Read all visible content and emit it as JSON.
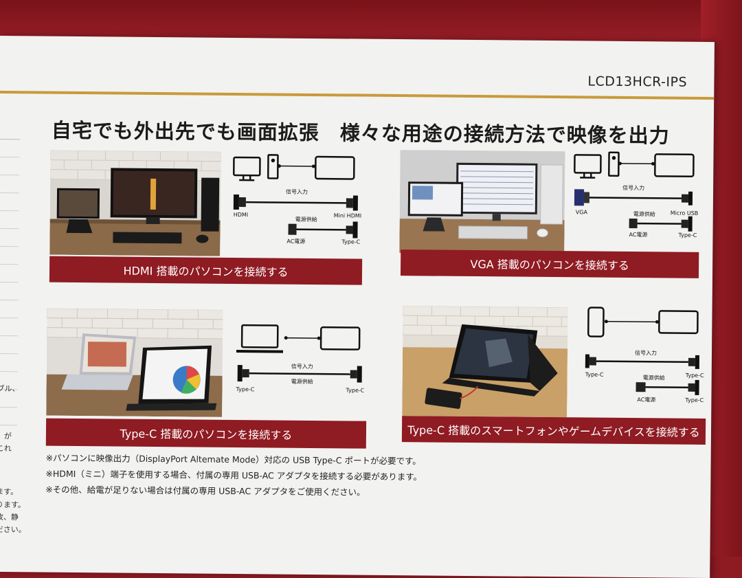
{
  "model_label": "LCD13HCR-IPS",
  "headline": "自宅でも外出先でも画面拡張　様々な用途の接続方法で映像を出力",
  "panels": [
    {
      "banner": "HDMI 搭載のパソコンを接続する",
      "cable_labels": {
        "signal": "信号入力",
        "power": "電源供給",
        "left_top": "HDMI",
        "right_top": "Mini HDMI",
        "left_bottom": "AC電源",
        "right_bottom": "Type-C"
      }
    },
    {
      "banner": "VGA 搭載のパソコンを接続する",
      "cable_labels": {
        "signal": "信号入力",
        "power": "電源供給",
        "left_top": "VGA",
        "right_top": "Micro USB",
        "left_bottom": "AC電源",
        "right_bottom": "Type-C"
      }
    },
    {
      "banner": "Type-C 搭載のパソコンを接続する",
      "cable_labels": {
        "signal": "信号入力",
        "power": "電源供給",
        "left": "Type-C",
        "right": "Type-C"
      }
    },
    {
      "banner": "Type-C 搭載のスマートフォンやゲームデバイスを接続する",
      "cable_labels": {
        "signal": "信号入力",
        "power": "電源供給",
        "left_top": "Type-C",
        "right_top": "Type-C",
        "left_bottom": "AC電源",
        "right_bottom": "Type-C"
      }
    }
  ],
  "notes": [
    "※パソコンに映像出力（DisplayPort Altemate Mode）対応の USB Type-C ポートが必要です。",
    "※HDMI（ミニ）端子を使用する場合、付属の専用 USB-AC アダプタを接続する必要があります。",
    "※その他、給電が足りない場合は付属の専用 USB-AC アダプタをご使用ください。"
  ],
  "left_edge_fragments": [
    "ブル、",
    "）が",
    "これ",
    "ます。",
    "ります。",
    "故、静",
    "ださい。"
  ],
  "colors": {
    "banner": "#8f1b23",
    "accent_line": "#c89a3b",
    "sheet": "#f2f2f0",
    "background": "#8e1a22"
  },
  "icons": [
    "monitor-icon",
    "pc-tower-icon",
    "portable-display-icon",
    "laptop-icon",
    "smartphone-icon",
    "cable-icon"
  ]
}
